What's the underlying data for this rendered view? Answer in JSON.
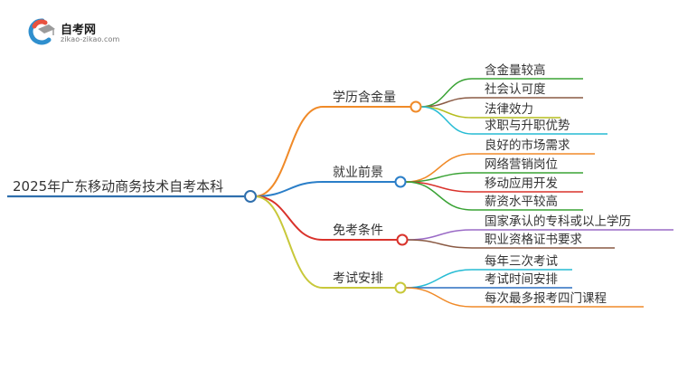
{
  "logo": {
    "title": "自考网",
    "url": "zikao-zikao.com",
    "icon": "graduation-cap-logo-icon",
    "colors": [
      "#e8523f",
      "#2f8fce",
      "#9b9b9b"
    ]
  },
  "root": {
    "label": "2025年广东移动商务技术自考本科",
    "color": "#2f6fad"
  },
  "branches": [
    {
      "label": "学历含金量",
      "color": "#f08a28",
      "leaves": [
        {
          "label": "含金量较高",
          "color": "#3aa335"
        },
        {
          "label": "社会认可度",
          "color": "#8a5a44"
        },
        {
          "label": "法律效力",
          "color": "#b5bd1e"
        },
        {
          "label": "求职与升职优势",
          "color": "#27bcd4"
        }
      ]
    },
    {
      "label": "就业前景",
      "color": "#2a7ec8",
      "leaves": [
        {
          "label": "良好的市场需求",
          "color": "#f08a28"
        },
        {
          "label": "网络营销岗位",
          "color": "#3aa335"
        },
        {
          "label": "移动应用开发",
          "color": "#d9322b"
        },
        {
          "label": "薪资水平较高",
          "color": "#3aa335"
        }
      ]
    },
    {
      "label": "免考条件",
      "color": "#d9322b",
      "leaves": [
        {
          "label": "国家承认的专科或以上学历",
          "color": "#9a6ac6"
        },
        {
          "label": "职业资格证书要求",
          "color": "#8a5a44"
        }
      ]
    },
    {
      "label": "考试安排",
      "color": "#c8c83a",
      "leaves": [
        {
          "label": "每年三次考试",
          "color": "#27bcd4"
        },
        {
          "label": "考试时间安排",
          "color": "#2a6fc0"
        },
        {
          "label": "每次最多报考四门课程",
          "color": "#f08a28"
        }
      ]
    }
  ]
}
